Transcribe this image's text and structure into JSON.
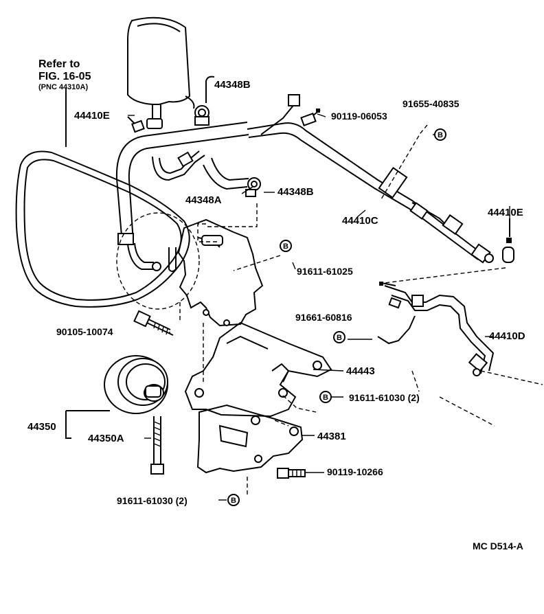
{
  "labels": {
    "refer_line1": "Refer to",
    "refer_line2": "FIG. 16-05",
    "refer_line3": "(PNC 44310A)",
    "p44348B_top": "44348B",
    "p44410E_left": "44410E",
    "p90119_06053": "90119-06053",
    "p91655_40835": "91655-40835",
    "p44348A": "44348A",
    "p44348B_mid": "44348B",
    "p44410C": "44410C",
    "p44410E_right": "44410E",
    "p91611_61025": "91611-61025",
    "p90105_10074": "90105-10074",
    "p91661_60816": "91661-60816",
    "p44410D": "44410D",
    "p44443": "44443",
    "p91611_61030_right": "91611-61030 (2)",
    "p44350": "44350",
    "p44350A": "44350A",
    "p44381": "44381",
    "p90119_10266": "90119-10266",
    "p91611_61030_bottom": "91611-61030 (2)",
    "diagram_code": "MC  D514-A",
    "marker_B": "B"
  }
}
